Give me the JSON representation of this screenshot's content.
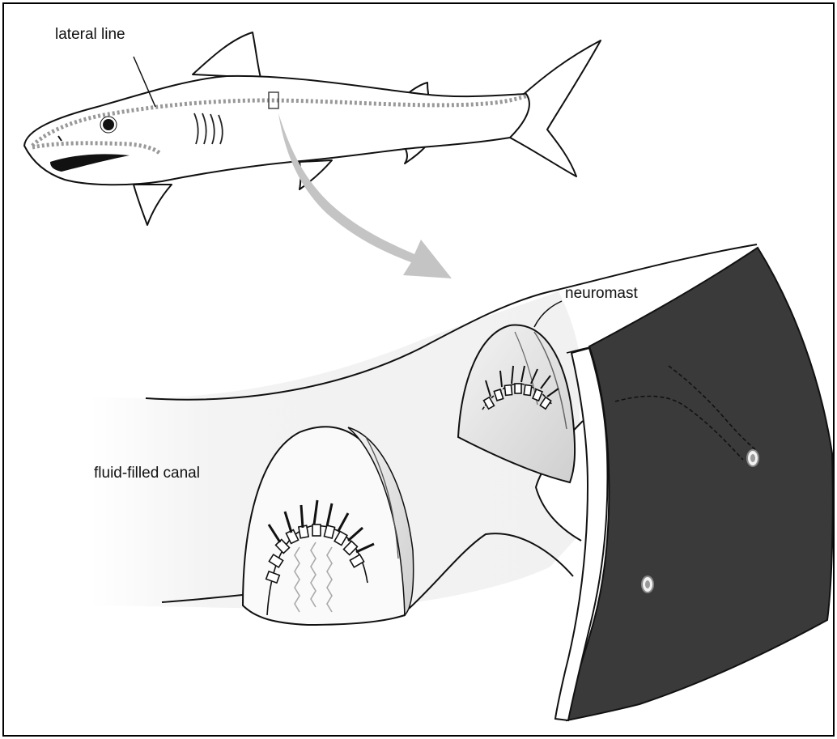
{
  "labels": {
    "lateral_line": "lateral line",
    "neuromast": "neuromast",
    "canal": "fluid-filled canal"
  },
  "colors": {
    "outline": "#111111",
    "skin_dark": "#3a3a3a",
    "arrow": "#c4c4c4",
    "canal_shade": "#d8d8d8",
    "border": "#000000"
  }
}
